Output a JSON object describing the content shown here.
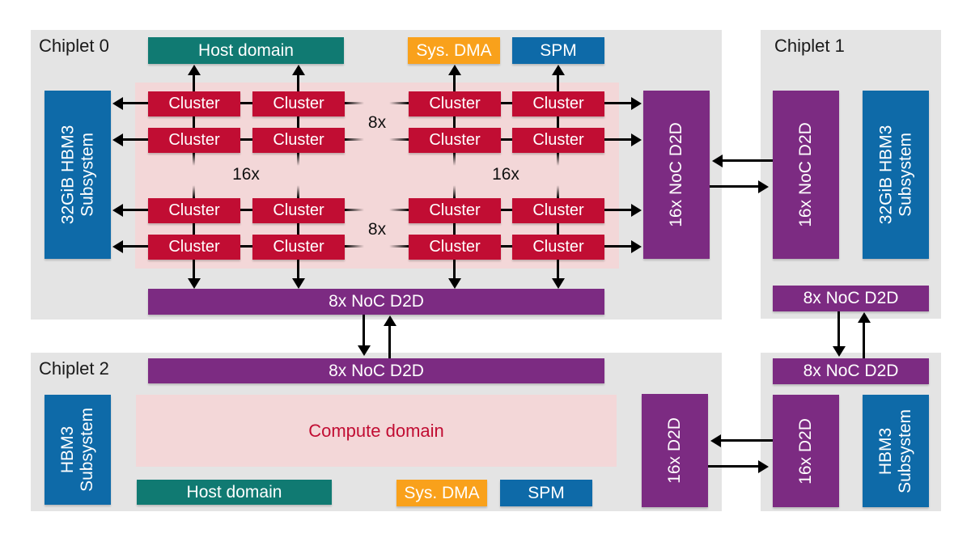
{
  "labels": {
    "cluster": "Cluster",
    "x8": "8x",
    "x16": "16x"
  },
  "chiplets": {
    "chiplet0": {
      "title": "Chiplet 0",
      "host_domain": "Host domain",
      "sys_dma": "Sys. DMA",
      "spm": "SPM",
      "hbm_line1": "32GiB HBM3",
      "hbm_line2": "Subsystem",
      "noc_d2d_vertical": "16x NoC D2D",
      "noc_d2d_bottom": "8x NoC D2D"
    },
    "chiplet1": {
      "title": "Chiplet 1",
      "noc_d2d_vertical": "16x NoC D2D",
      "hbm_line1": "32GiB HBM3",
      "hbm_line2": "Subsystem",
      "noc_d2d_bottom": "8x NoC D2D"
    },
    "chiplet2": {
      "title": "Chiplet 2",
      "noc_d2d_top": "8x NoC D2D",
      "hbm_line1": "HBM3",
      "hbm_line2": "Subsystem",
      "compute_domain": "Compute domain",
      "host_domain": "Host domain",
      "sys_dma": "Sys. DMA",
      "spm": "SPM",
      "d2d_vertical": "16x D2D"
    },
    "chiplet1_lower": {
      "noc_d2d_top": "8x NoC D2D",
      "d2d_vertical": "16x D2D",
      "hbm_line1": "HBM3",
      "hbm_line2": "Subsystem"
    }
  },
  "colors": {
    "panel_gray": "#e4e4e4",
    "cluster_red": "#c10d33",
    "compute_pink": "#f3d7d8",
    "host_teal": "#107a72",
    "dma_orange": "#f9a11b",
    "spm_hbm_blue": "#0e6aa8",
    "noc_purple": "#7c2b82",
    "arrow_black": "#000000",
    "compute_text_red": "#c10d33"
  }
}
